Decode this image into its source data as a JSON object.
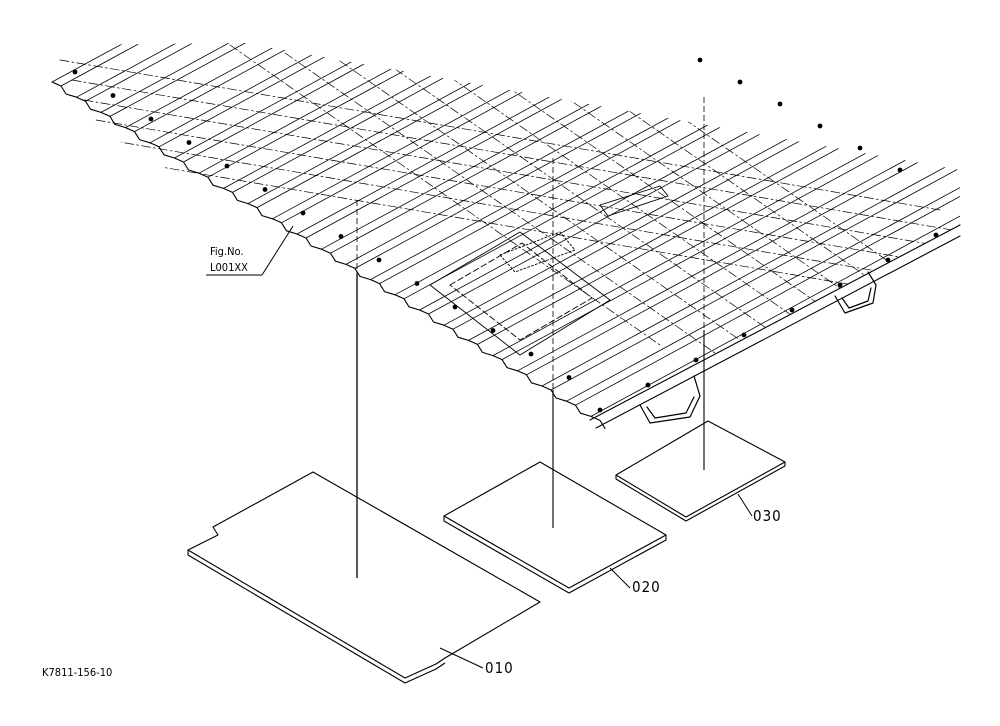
{
  "figure_reference": {
    "line1": "Fig.No.",
    "line2": "L001XX"
  },
  "parts": [
    {
      "number": "010"
    },
    {
      "number": "020"
    },
    {
      "number": "030"
    }
  ],
  "drawing_number": "K7811-156-10",
  "colors": {
    "line": "#000000",
    "background": "#ffffff"
  }
}
